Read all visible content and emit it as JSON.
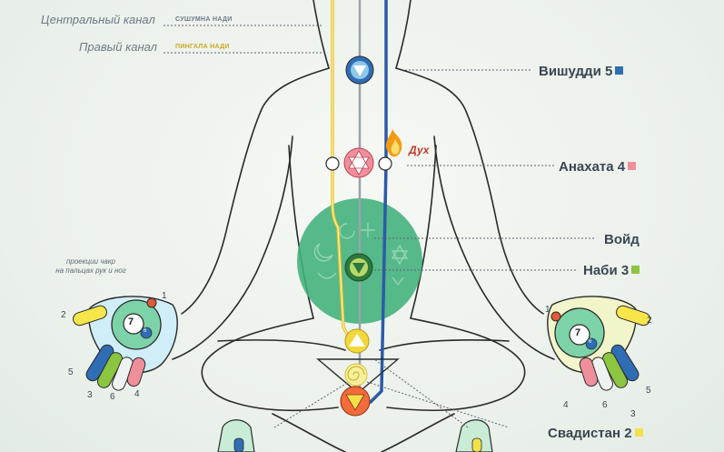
{
  "channels": {
    "central": {
      "label": "Центральный канал",
      "tag": "СУШУМНА НАДИ"
    },
    "right": {
      "label": "Правый канал",
      "tag": "ПИНГАЛА НАДИ"
    }
  },
  "chakras": {
    "vishuddhi": {
      "label": "Вишудди",
      "number": "5"
    },
    "anahata": {
      "label": "Анахата",
      "number": "4"
    },
    "void": {
      "label": "Войд"
    },
    "nabhi": {
      "label": "Наби",
      "number": "3"
    },
    "swadisthan": {
      "label": "Свадистан",
      "number": "2"
    }
  },
  "spirit": {
    "label": "Дух"
  },
  "projection_note": {
    "line1": "проекции чакр",
    "line2": "на пальцах рук и ног"
  },
  "left_hand": {
    "center": "7",
    "small": "6",
    "fingers": [
      "1",
      "2",
      "5",
      "3",
      "6",
      "4"
    ]
  },
  "right_hand": {
    "center": "7",
    "small": "6",
    "fingers": [
      "1",
      "2",
      "4",
      "6",
      "3",
      "5"
    ]
  },
  "colors": {
    "vishuddhi": "#2f6db5",
    "anahata": "#ef8f9b",
    "nabhi": "#8cc540",
    "swadisthan": "#f2e24a",
    "void": "#3fb07a",
    "central_channel": "#9aa3ab",
    "right_channel": "#e8c42e",
    "left_channel": "#2d5aa8"
  }
}
